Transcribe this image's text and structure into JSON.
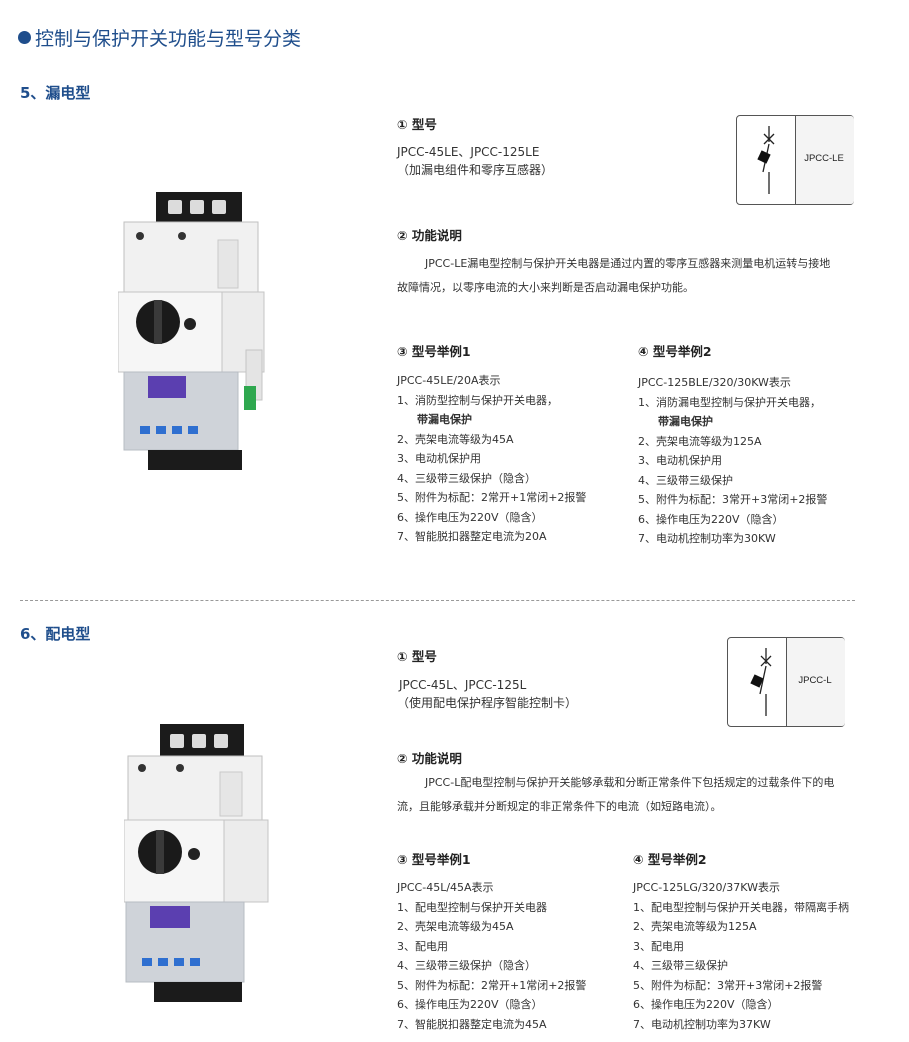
{
  "page_title": "控制与保护开关功能与型号分类",
  "sections": [
    {
      "title": "5、漏电型",
      "model_heading": "① 型号",
      "model_line1": "JPCC-45LE、JPCC-125LE",
      "model_line2": "（加漏电组件和零序互感器）",
      "symbol_label": "JPCC-LE",
      "func_heading": "② 功能说明",
      "func_line1": "JPCC-LE漏电型控制与保护开关电器是通过内置的零序互感器来测量电机运转与接地",
      "func_line2": "故障情况，以零序电流的大小来判断是否启动漏电保护功能。",
      "ex1": {
        "heading": "③ 型号举例1",
        "intro": "JPCC-45LE/20A表示",
        "items": [
          "1、消防型控制与保护开关电器，",
          "带漏电保护",
          "2、壳架电流等级为45A",
          "3、电动机保护用",
          "4、三级带三级保护（隐含）",
          "5、附件为标配：2常开+1常闭+2报警",
          "6、操作电压为220V（隐含）",
          "7、智能脱扣器整定电流为20A"
        ]
      },
      "ex2": {
        "heading": "④ 型号举例2",
        "intro": "JPCC-125BLE/320/30KW表示",
        "items": [
          "1、消防漏电型控制与保护开关电器，",
          "带漏电保护",
          "2、壳架电流等级为125A",
          "3、电动机保护用",
          "4、三级带三级保护",
          "5、附件为标配：3常开+3常闭+2报警",
          "6、操作电压为220V（隐含）",
          "7、电动机控制功率为30KW"
        ]
      }
    },
    {
      "title": "6、配电型",
      "model_heading": "① 型号",
      "model_line1": "JPCC-45L、JPCC-125L",
      "model_line2": "（使用配电保护程序智能控制卡）",
      "symbol_label": "JPCC-L",
      "func_heading": "② 功能说明",
      "func_line1": "JPCC-L配电型控制与保护开关能够承载和分断正常条件下包括规定的过载条件下的电",
      "func_line2": "流，且能够承载并分断规定的非正常条件下的电流（如短路电流）。",
      "ex1": {
        "heading": "③ 型号举例1",
        "intro": "JPCC-45L/45A表示",
        "items": [
          "1、配电型控制与保护开关电器",
          "2、壳架电流等级为45A",
          "3、配电用",
          "4、三级带三级保护（隐含）",
          "5、附件为标配：2常开+1常闭+2报警",
          "6、操作电压为220V（隐含）",
          "7、智能脱扣器整定电流为45A"
        ]
      },
      "ex2": {
        "heading": "④ 型号举例2",
        "intro": "JPCC-125LG/320/37KW表示",
        "items": [
          "1、配电型控制与保护开关电器，带隔离手柄",
          "2、壳架电流等级为125A",
          "3、配电用",
          "4、三级带三级保护",
          "5、附件为标配：3常开+3常闭+2报警",
          "6、操作电压为220V（隐含）",
          "7、电动机控制功率为37KW"
        ]
      }
    }
  ],
  "colors": {
    "heading_blue": "#1f4e8c",
    "text": "#333333",
    "display_purple": "#5b3fb0",
    "button_blue": "#2f6fd0",
    "terminal_green": "#2fa84f"
  },
  "icons": [
    "bullet-dot-icon",
    "breaker-symbol-icon",
    "product-photo"
  ]
}
